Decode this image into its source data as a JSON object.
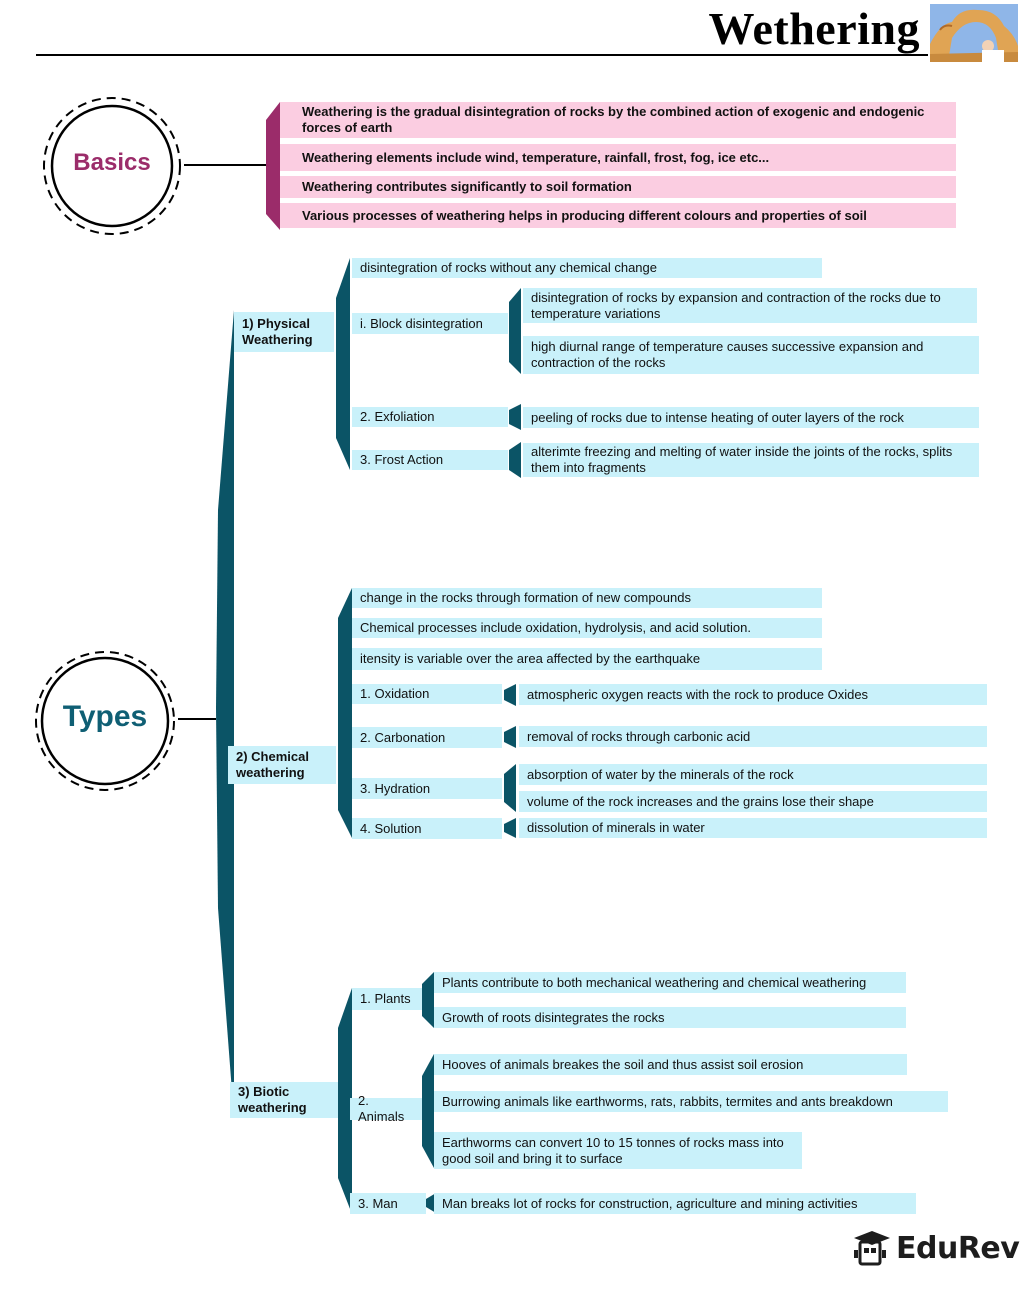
{
  "header": {
    "title": "Wethering"
  },
  "basics": {
    "label": "Basics",
    "points": [
      "Weathering is the gradual disintegration of rocks by the combined action of exogenic and endogenic forces of earth",
      "Weathering elements include wind, temperature, rainfall, frost, fog, ice etc...",
      "Weathering contributes significantly to soil formation",
      "Various processes of weathering helps in producing different colours and properties of soil"
    ]
  },
  "types": {
    "label": "Types",
    "physical": {
      "label": "1) Physical Weathering",
      "summary": "disintegration of rocks without any chemical change",
      "block_label": "i. Block  disintegration",
      "block_points": [
        "disintegration of rocks by expansion and contraction of the rocks due to temperature variations",
        "high diurnal range of temperature causes successive expansion and contraction of the rocks"
      ],
      "exfoliation_label": "2. Exfoliation",
      "exfoliation_point": "peeling of rocks due to intense heating of outer layers of the rock",
      "frost_label": "3. Frost Action",
      "frost_point": "alterimte freezing and melting of water inside the joints of the rocks, splits them into fragments"
    },
    "chemical": {
      "label": "2) Chemical weathering",
      "points": [
        "change in the rocks through formation of new compounds",
        "Chemical processes include oxidation, hydrolysis, and acid solution.",
        "itensity is variable over the area affected by the earthquake"
      ],
      "oxidation_label": "1. Oxidation",
      "oxidation_point": "atmospheric oxygen reacts with the rock to produce Oxides",
      "carbonation_label": "2. Carbonation",
      "carbonation_point": " removal of rocks through carbonic acid",
      "hydration_label": "3. Hydration",
      "hydration_points": [
        " absorption of water by the minerals of the rock",
        "volume of the rock increases and the grains lose their shape"
      ],
      "solution_label": "4. Solution",
      "solution_point": "dissolution of minerals in water"
    },
    "biotic": {
      "label": "3) Biotic weathering",
      "plants_label": "1. Plants",
      "plants_points": [
        "Plants contribute to both mechanical weathering and chemical weathering",
        "Growth of roots disintegrates the rocks"
      ],
      "animals_label": "2. Animals",
      "animals_points": [
        "Hooves of animals breakes the soil and thus assist soil erosion",
        "Burrowing animals like earthworms, rats, rabbits, termites and ants breakdown",
        "Earthworms can convert 10 to 15 tonnes of rocks mass into good soil and bring it to surface"
      ],
      "man_label": "3. Man",
      "man_point": "Man breaks lot of rocks for construction, agriculture and mining activities"
    }
  },
  "footer": {
    "brand": "EduRev"
  },
  "colors": {
    "basics_accent": "#9b2c6a",
    "types_accent": "#0f5f74",
    "pink_box": "#fbcde1",
    "blue_box": "#c9f1fa",
    "bracket": "#0b5466"
  }
}
